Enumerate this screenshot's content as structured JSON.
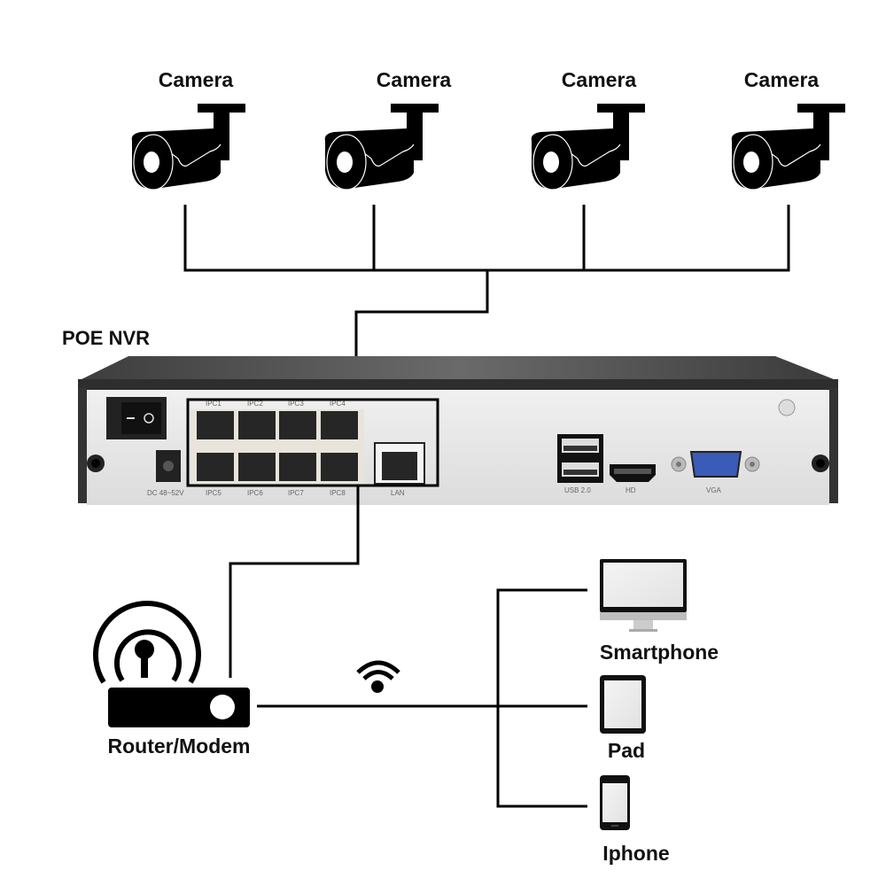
{
  "diagram": {
    "title": "POE NVR network diagram",
    "cameras": [
      {
        "label": "Camera"
      },
      {
        "label": "Camera"
      },
      {
        "label": "Camera"
      },
      {
        "label": "Camera"
      }
    ],
    "nvr": {
      "label": "POE NVR",
      "power_label": "DC 48~52V",
      "poe_ports": [
        "IPC1",
        "IPC2",
        "IPC3",
        "IPC4",
        "IPC5",
        "IPC6",
        "IPC7",
        "IPC8"
      ],
      "lan_label": "LAN",
      "usb_label": "USB 2.0",
      "hd_label": "HD",
      "vga_label": "VGA"
    },
    "router": {
      "label": "Router/Modem"
    },
    "wireless": {
      "icon": "wifi-icon"
    },
    "clients": [
      {
        "label": "Smartphone",
        "icon": "monitor-icon"
      },
      {
        "label": "Pad",
        "icon": "tablet-icon"
      },
      {
        "label": "Iphone",
        "icon": "phone-icon"
      }
    ],
    "colors": {
      "line": "#000000",
      "nvr_top": "#4a4a4a",
      "nvr_panel": "#e6e6e6",
      "vga_blue": "#3a5bb8"
    }
  }
}
